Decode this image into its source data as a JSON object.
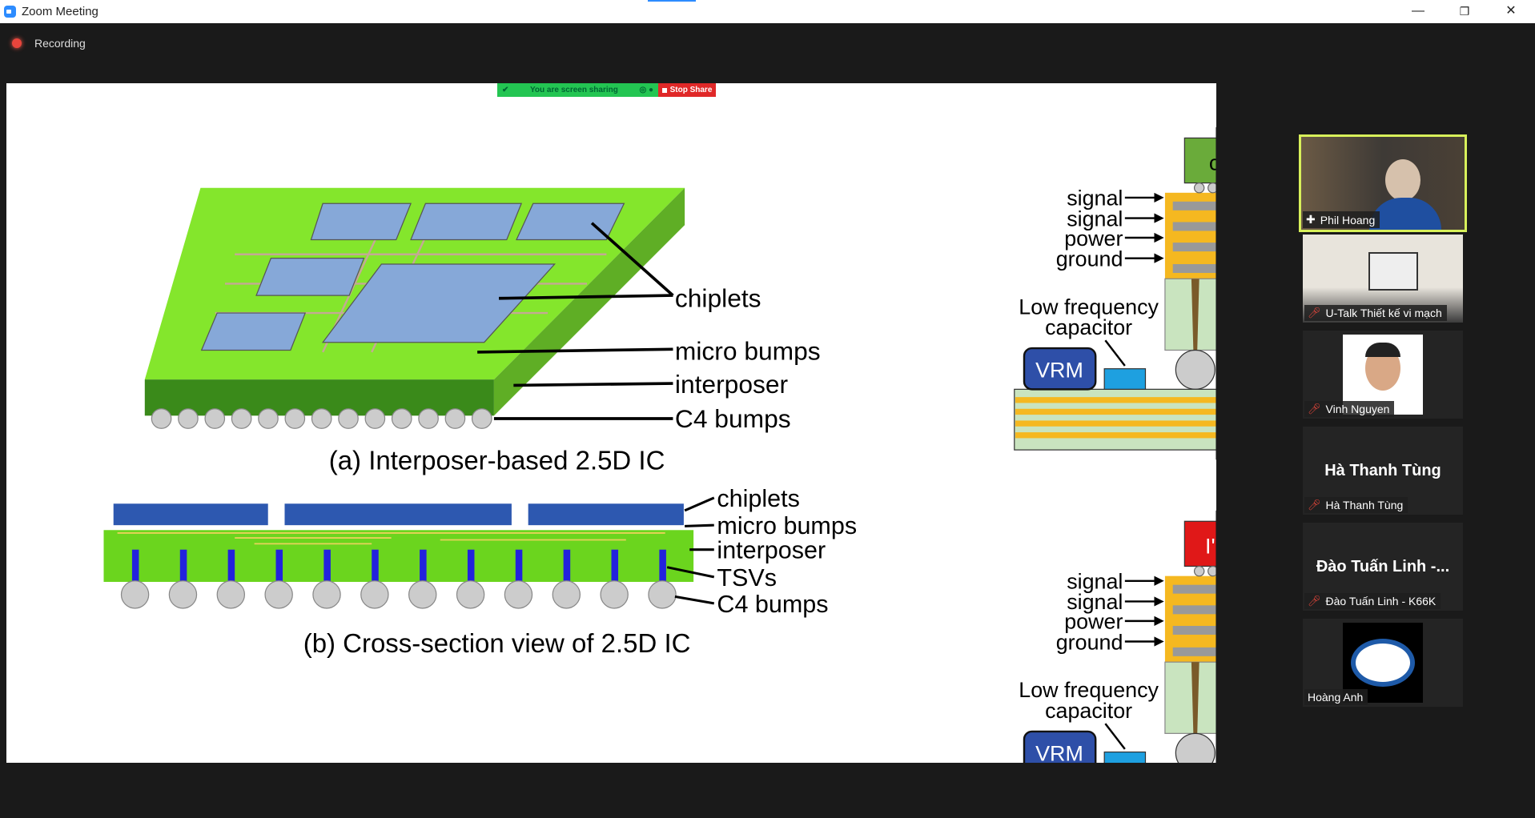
{
  "window": {
    "title": "Zoom Meeting",
    "minimize": "—",
    "restore": "❐",
    "close": "✕"
  },
  "recording": {
    "label": "Recording"
  },
  "share_bar": {
    "status": "You are screen sharing",
    "stop": "Stop Share"
  },
  "slide": {
    "a": {
      "labels": [
        "chiplets",
        "micro bumps",
        "interposer",
        "C4 bumps"
      ],
      "caption": "(a) Interposer-based 2.5D IC"
    },
    "b": {
      "labels": [
        "chiplets",
        "micro bumps",
        "interposer",
        "TSVs",
        "C4 bumps"
      ],
      "caption": "(b) Cross-section view of 2.5D IC"
    },
    "right": {
      "layers": [
        "signal",
        "signal",
        "power",
        "ground"
      ],
      "cap1": "Low frequency",
      "cap2": "capacitor",
      "vrm": "VRM",
      "top_chip_1": "c",
      "top_chip_2": "I'"
    }
  },
  "participants": [
    {
      "name": "Phil Hoang",
      "active": true,
      "icon": "pin-icon"
    },
    {
      "name": "U-Talk Thiết kế vi mạch",
      "icon": "mic-muted-icon"
    },
    {
      "name": "Vinh Nguyen",
      "icon": "mic-muted-icon"
    },
    {
      "name": "Hà Thanh Tùng",
      "big": "Hà Thanh Tùng",
      "icon": "mic-muted-icon"
    },
    {
      "name": "Đào Tuấn Linh - K66K",
      "big": "Đào Tuấn Linh -...",
      "icon": "mic-muted-icon"
    },
    {
      "name": "Hoàng Anh"
    }
  ],
  "colors": {
    "accent": "#2d8cff",
    "share_green": "#23c552",
    "stop_red": "#e02828",
    "active_border": "#d8f05a"
  }
}
